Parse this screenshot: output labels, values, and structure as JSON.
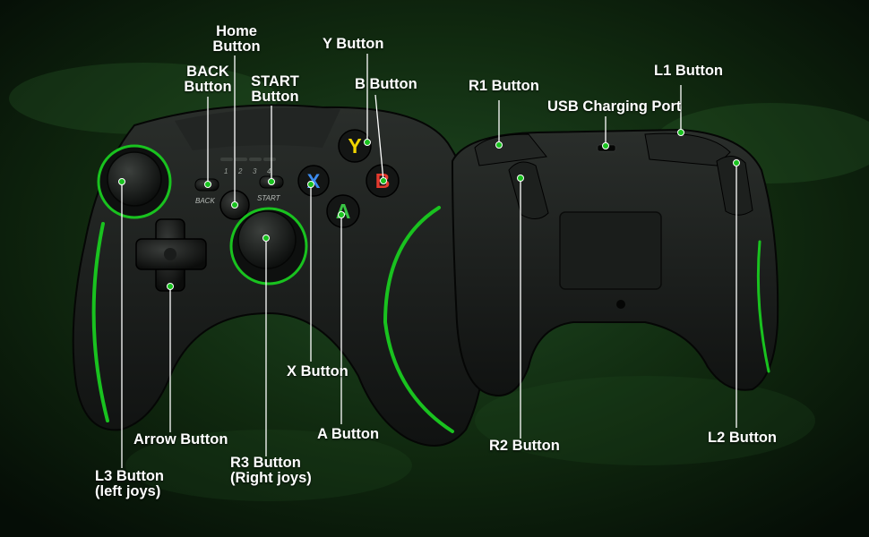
{
  "colors": {
    "accent_green": "#19c21f",
    "controller_body": "#171a18",
    "background": "#0b1a0c",
    "button_y": "#f1d400",
    "button_b": "#e63a2e",
    "button_x": "#3d8cf0",
    "button_a": "#39c544",
    "label_text": "#ffffff"
  },
  "controller_face": {
    "face_button_letters": {
      "y": "Y",
      "b": "B",
      "x": "X",
      "a": "A"
    },
    "small_button_captions": {
      "back": "BACK",
      "start": "START"
    },
    "player_indicators": [
      "1",
      "2",
      "3",
      "4"
    ]
  },
  "labels": {
    "home": [
      "Home",
      "Button"
    ],
    "back": [
      "BACK",
      "Button"
    ],
    "start": [
      "START",
      "Button"
    ],
    "y": "Y Button",
    "b": "B Button",
    "r1": "R1 Button",
    "usb": "USB Charging Port",
    "l1": "L1 Button",
    "x": "X Button",
    "a": "A Button",
    "arrow": "Arrow Button",
    "l3": [
      "L3 Button",
      "(left joys)"
    ],
    "r3": [
      "R3 Button",
      "(Right joys)"
    ],
    "r2": "R2 Button",
    "l2": "L2 Button"
  }
}
